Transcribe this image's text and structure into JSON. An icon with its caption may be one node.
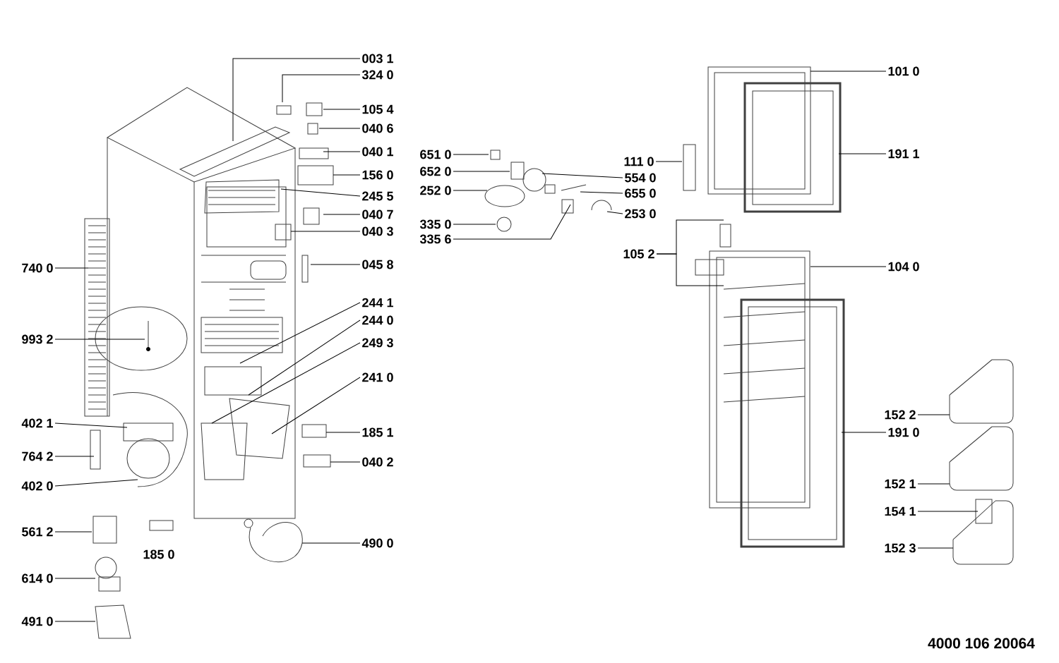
{
  "diagram": {
    "nodes": [
      {
        "text": [
          "003 1"
        ]
      },
      {
        "text": [
          "324 0"
        ]
      },
      {
        "text": [
          "105 4"
        ]
      },
      {
        "text": [
          "040 6"
        ]
      },
      {
        "text": [
          "040 1"
        ]
      },
      {
        "text": [
          "156 0"
        ]
      },
      {
        "text": [
          "245 5"
        ]
      },
      {
        "text": [
          "040 7"
        ]
      },
      {
        "text": [
          "040 3"
        ]
      },
      {
        "text": [
          "045 8"
        ]
      },
      {
        "text": [
          "244 1"
        ]
      },
      {
        "text": [
          "244 0"
        ]
      },
      {
        "text": [
          "249 3"
        ]
      },
      {
        "text": [
          "241 0"
        ]
      },
      {
        "text": [
          "185 1"
        ]
      },
      {
        "text": [
          "040 2"
        ]
      },
      {
        "text": [
          "490 0"
        ]
      },
      {
        "text": [
          "740 0"
        ]
      },
      {
        "text": [
          "993 2"
        ]
      },
      {
        "text": [
          "402 1"
        ]
      },
      {
        "text": [
          "764 2"
        ]
      },
      {
        "text": [
          "402 0"
        ]
      },
      {
        "text": [
          "561 2"
        ]
      },
      {
        "text": [
          "614 0"
        ]
      },
      {
        "text": [
          "491 0"
        ]
      },
      {
        "text": [
          "651 0"
        ]
      },
      {
        "text": [
          "652 0"
        ]
      },
      {
        "text": [
          "252 0"
        ]
      },
      {
        "text": [
          "335 0"
        ]
      },
      {
        "text": [
          "335 6"
        ]
      },
      {
        "text": [
          "554 0"
        ]
      },
      {
        "text": [
          "655 0"
        ]
      },
      {
        "text": [
          "253 0"
        ]
      },
      {
        "text": [
          "111 0"
        ]
      },
      {
        "text": [
          "105 2"
        ]
      },
      {
        "text": [
          "101 0"
        ]
      },
      {
        "text": [
          "191 1"
        ]
      },
      {
        "text": [
          "104 0"
        ]
      },
      {
        "text": [
          "191 0"
        ]
      },
      {
        "text": [
          "152 2"
        ]
      },
      {
        "text": [
          "152 1"
        ]
      },
      {
        "text": [
          "154 1"
        ]
      },
      {
        "text": [
          "152 3"
        ]
      }
    ],
    "edges": [
      {
        "from": 0,
        "to": null,
        "arrow": "none"
      },
      {
        "from": 1,
        "to": null,
        "arrow": "none"
      },
      {
        "from": 2,
        "to": null,
        "arrow": "none"
      },
      {
        "from": 3,
        "to": null,
        "arrow": "none"
      },
      {
        "from": 4,
        "to": null,
        "arrow": "none"
      },
      {
        "from": 5,
        "to": null,
        "arrow": "none"
      },
      {
        "from": 6,
        "to": null,
        "arrow": "none"
      },
      {
        "from": 7,
        "to": null,
        "arrow": "none"
      },
      {
        "from": 8,
        "to": null,
        "arrow": "none"
      },
      {
        "from": 9,
        "to": null,
        "arrow": "none"
      },
      {
        "from": 10,
        "to": null,
        "arrow": "none"
      },
      {
        "from": 11,
        "to": null,
        "arrow": "none"
      },
      {
        "from": 12,
        "to": null,
        "arrow": "none"
      },
      {
        "from": 13,
        "to": null,
        "arrow": "none"
      },
      {
        "from": 14,
        "to": null,
        "arrow": "none"
      },
      {
        "from": 15,
        "to": null,
        "arrow": "none"
      },
      {
        "from": 16,
        "to": null,
        "arrow": "none"
      },
      {
        "from": 17,
        "to": null,
        "arrow": "none"
      },
      {
        "from": 18,
        "to": null,
        "arrow": "none"
      },
      {
        "from": 19,
        "to": null,
        "arrow": "none"
      },
      {
        "from": 20,
        "to": null,
        "arrow": "none"
      },
      {
        "from": 21,
        "to": null,
        "arrow": "none"
      },
      {
        "from": 22,
        "to": null,
        "arrow": "none"
      },
      {
        "from": 23,
        "to": null,
        "arrow": "none"
      },
      {
        "from": 24,
        "to": null,
        "arrow": "none"
      },
      {
        "from": 25,
        "to": null,
        "arrow": "none"
      },
      {
        "from": 26,
        "to": null,
        "arrow": "none"
      },
      {
        "from": 27,
        "to": null,
        "arrow": "none"
      },
      {
        "from": 28,
        "to": null,
        "arrow": "none"
      },
      {
        "from": 29,
        "to": null,
        "arrow": "none"
      },
      {
        "from": 30,
        "to": null,
        "arrow": "none"
      },
      {
        "from": 31,
        "to": null,
        "arrow": "none"
      },
      {
        "from": 32,
        "to": null,
        "arrow": "none"
      },
      {
        "from": 33,
        "to": null,
        "arrow": "none"
      },
      {
        "from": 34,
        "to": null,
        "arrow": "none"
      },
      {
        "from": 34,
        "to": null,
        "arrow": "none"
      },
      {
        "from": 35,
        "to": null,
        "arrow": "none"
      },
      {
        "from": 36,
        "to": null,
        "arrow": "none"
      },
      {
        "from": 37,
        "to": null,
        "arrow": "none"
      },
      {
        "from": 38,
        "to": null,
        "arrow": "none"
      },
      {
        "from": 39,
        "to": null,
        "arrow": "none"
      },
      {
        "from": 40,
        "to": null,
        "arrow": "none"
      },
      {
        "from": 41,
        "to": null,
        "arrow": "none"
      },
      {
        "from": 42,
        "to": null,
        "arrow": "none"
      }
    ],
    "labels": [
      "185 0",
      "4000 106 20064"
    ]
  }
}
